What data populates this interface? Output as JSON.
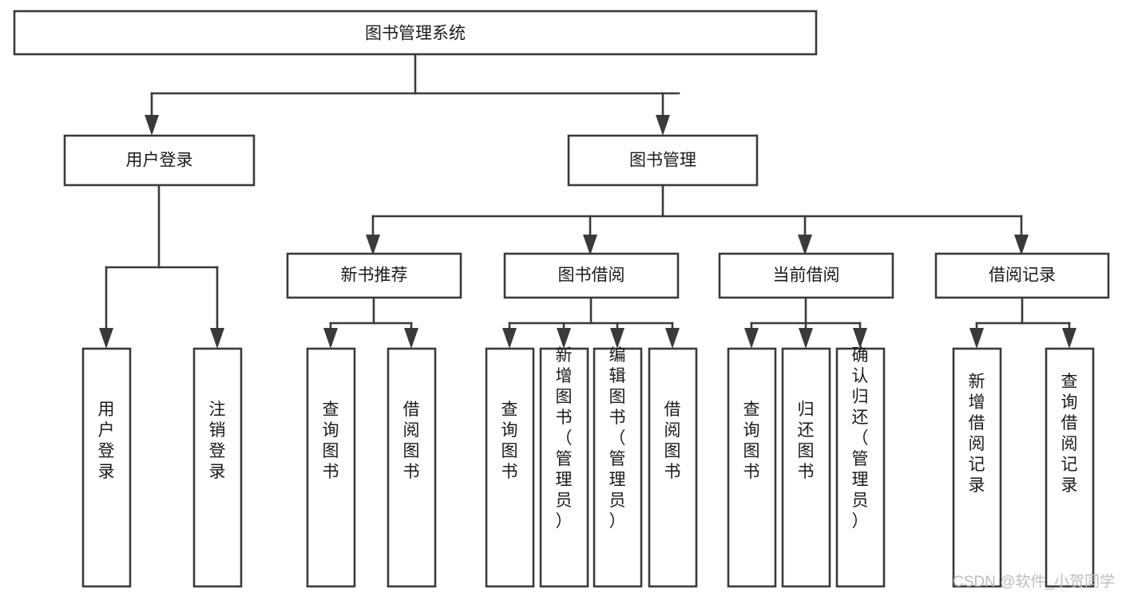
{
  "diagram": {
    "title": "图书管理系统",
    "type": "tree-hierarchy-chart",
    "orientation": "top-down",
    "colors": {
      "box_fill": "#ffffff",
      "box_stroke": "#3a3a3a",
      "text": "#1a1a1a",
      "watermark": "#bdbdbd",
      "background": "#ffffff"
    },
    "root": {
      "label": "图书管理系统"
    },
    "level2": [
      {
        "label": "用户登录"
      },
      {
        "label": "图书管理"
      }
    ],
    "level3": [
      {
        "label": "新书推荐"
      },
      {
        "label": "图书借阅"
      },
      {
        "label": "当前借阅"
      },
      {
        "label": "借阅记录"
      }
    ],
    "leaves": {
      "user_login": [
        {
          "label": "用户登录"
        },
        {
          "label": "注销登录"
        }
      ],
      "new_book_recommend": [
        {
          "label": "查询图书"
        },
        {
          "label": "借阅图书"
        }
      ],
      "book_borrow": [
        {
          "label": "查询图书"
        },
        {
          "label": "新增图书（管理员）"
        },
        {
          "label": "编辑图书（管理员）"
        },
        {
          "label": "借阅图书"
        }
      ],
      "current_borrow": [
        {
          "label": "查询图书"
        },
        {
          "label": "归还图书"
        },
        {
          "label": "确认归还（管理员）"
        }
      ],
      "borrow_record": [
        {
          "label": "新增借阅记录"
        },
        {
          "label": "查询借阅记录"
        }
      ]
    }
  },
  "watermark": {
    "text": "CSDN @软件_小贺同学"
  }
}
